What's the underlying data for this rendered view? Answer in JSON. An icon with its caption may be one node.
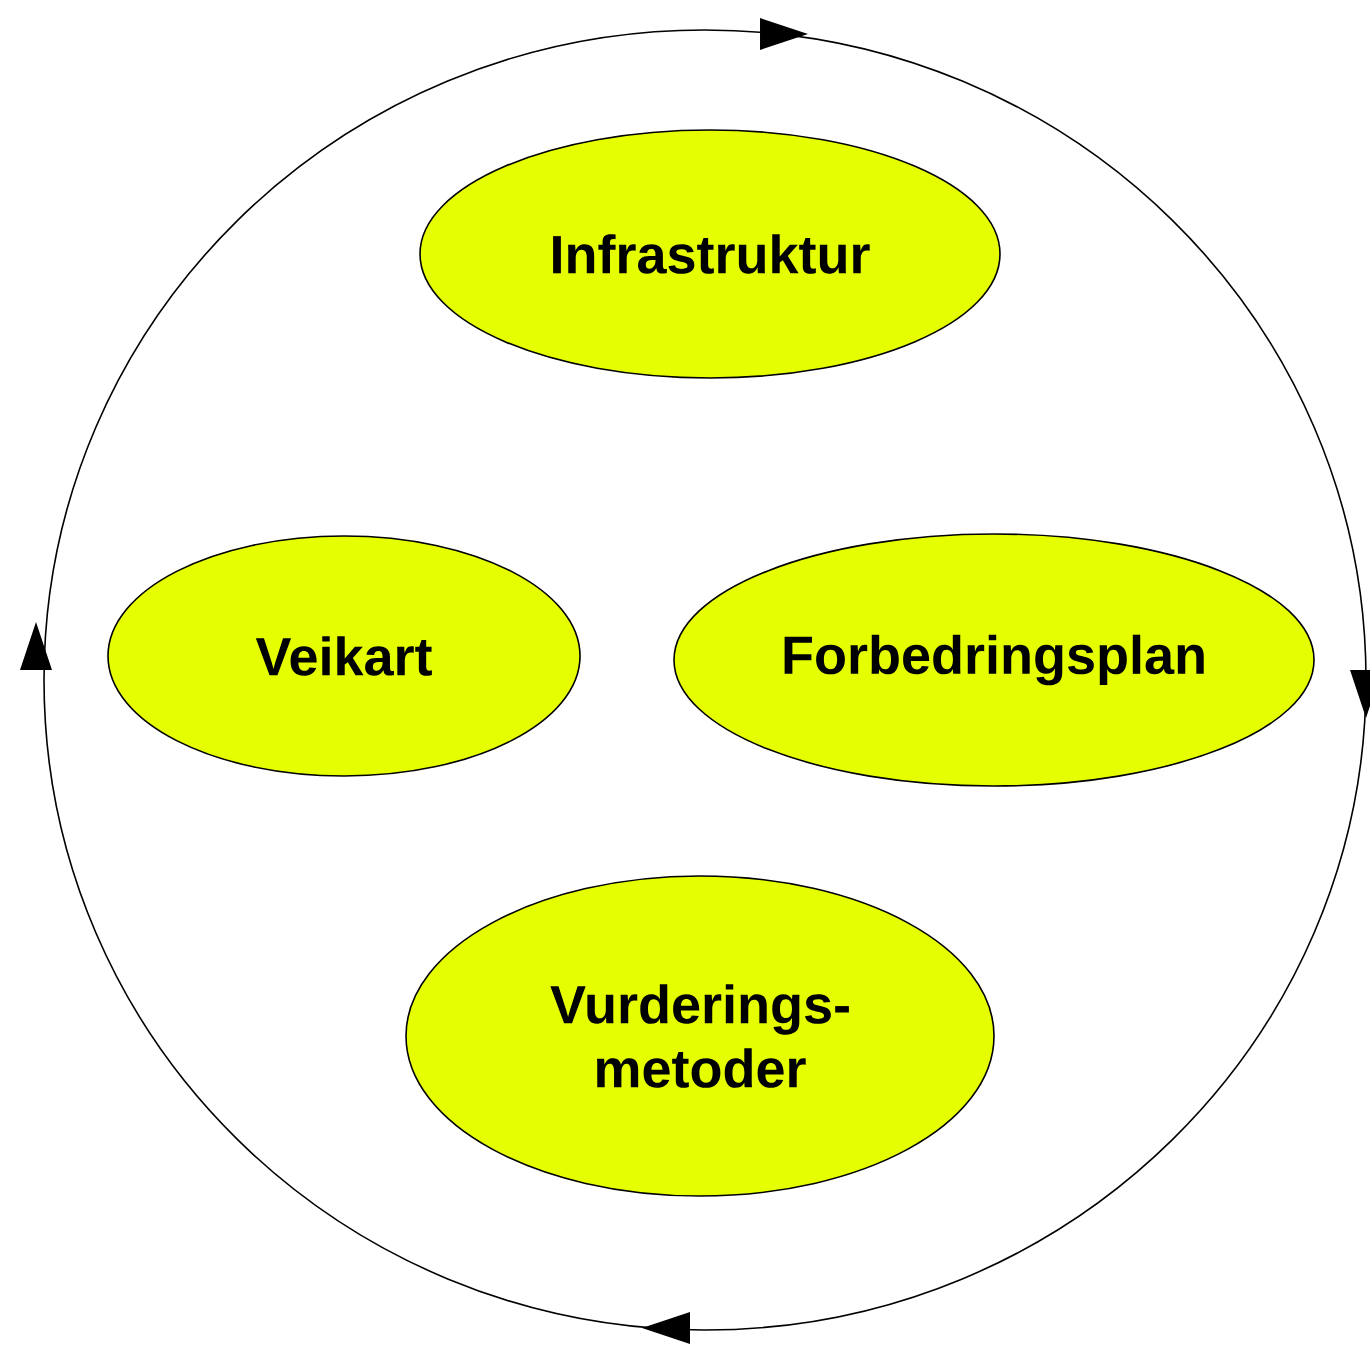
{
  "diagram": {
    "nodes": [
      {
        "text": [
          "Infrastruktur"
        ]
      },
      {
        "text": [
          "Veikart"
        ]
      },
      {
        "text": [
          "Forbedringsplan"
        ]
      },
      {
        "text": [
          "Vurderings- metoder"
        ]
      }
    ]
  }
}
